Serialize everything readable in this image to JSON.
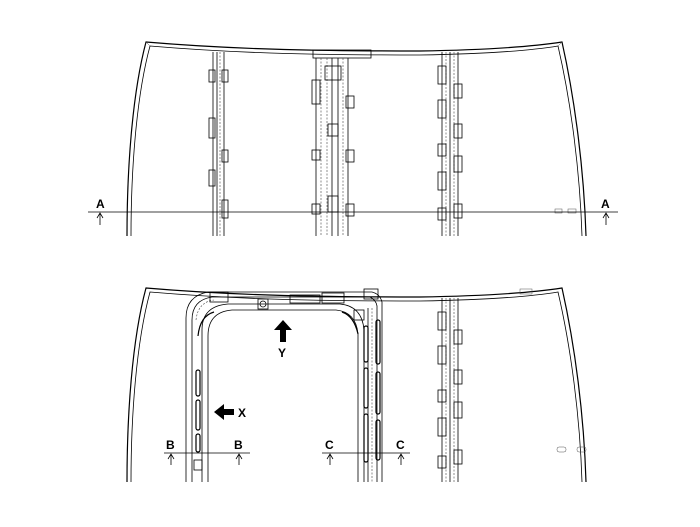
{
  "top_view": {
    "section_a_left": "A",
    "section_a_right": "A"
  },
  "bottom_view": {
    "view_y": "Y",
    "view_x": "X",
    "section_b_left": "B",
    "section_b_right": "B",
    "section_c_left": "C",
    "section_c_right": "C"
  }
}
